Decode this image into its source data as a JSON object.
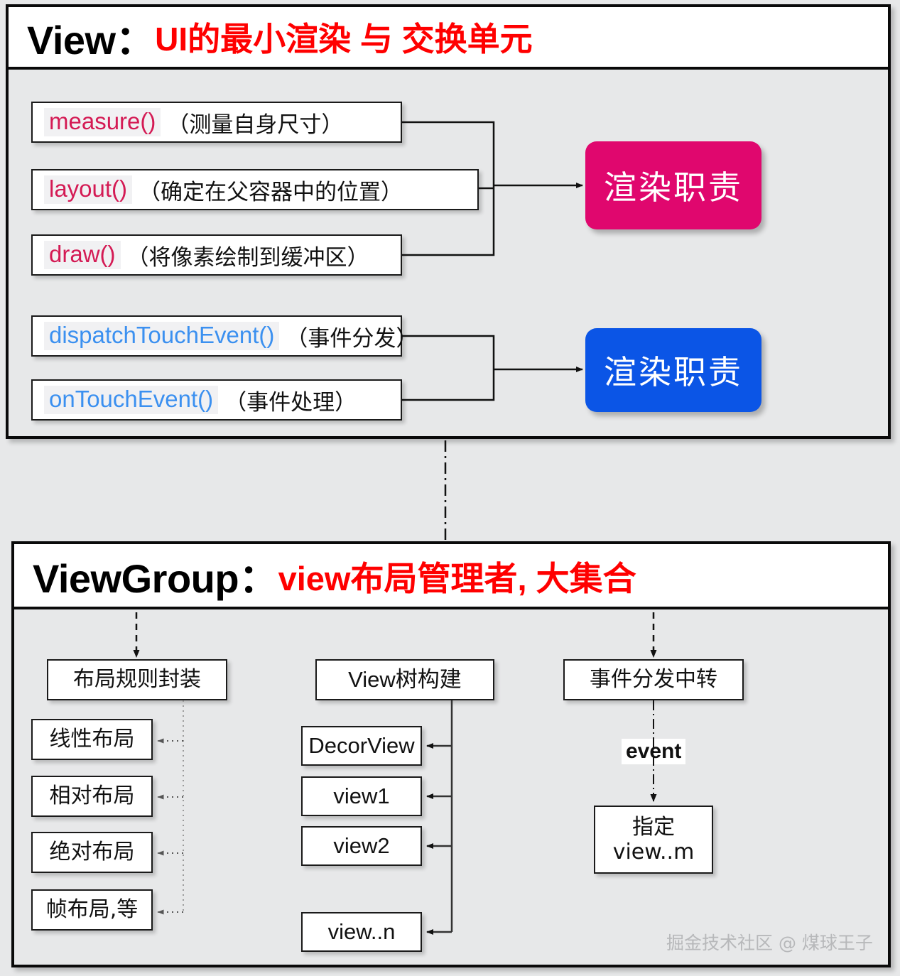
{
  "view_panel": {
    "title_main": "View：",
    "title_sub": "UI的最小渲染 与 交换单元",
    "method_boxes": [
      {
        "fn": "measure()",
        "desc": "（测量自身尺寸）",
        "color": "crimson"
      },
      {
        "fn": "layout()",
        "desc": "（确定在父容器中的位置）",
        "color": "crimson"
      },
      {
        "fn": "draw()",
        "desc": "（将像素绘制到缓冲区）",
        "color": "crimson"
      },
      {
        "fn": "dispatchTouchEvent()",
        "desc": "（事件分发）",
        "color": "blue"
      },
      {
        "fn": "onTouchEvent()",
        "desc": "（事件处理）",
        "color": "blue"
      }
    ],
    "badges": [
      {
        "label": "渲染职责",
        "color": "#e0076e"
      },
      {
        "label": "渲染职责",
        "color": "#0b55e6"
      }
    ]
  },
  "viewgroup_panel": {
    "title_main": "ViewGroup：",
    "title_sub": "view布局管理者, 大集合",
    "columns": [
      {
        "head": "布局规则封装",
        "children": [
          "线性布局",
          "相对布局",
          "绝对布局",
          "帧布局,等"
        ]
      },
      {
        "head": "View树构建",
        "children": [
          "DecorView",
          "view1",
          "view2",
          "view..n"
        ]
      },
      {
        "head": "事件分发中转",
        "edge_label": "event",
        "children": [
          "指定\nview..m"
        ]
      }
    ]
  },
  "watermark": "掘金技术社区 @ 煤球王子",
  "colors": {
    "page_background": "#e7e8e9",
    "panel_border": "#0a0a0a",
    "title_accent": "#ff0000",
    "fn_crimson": "#d41a54",
    "fn_blue": "#3b90f0",
    "badge_render": "#e0076e",
    "badge_event": "#0b55e6",
    "watermark": "#b7b8ba"
  }
}
